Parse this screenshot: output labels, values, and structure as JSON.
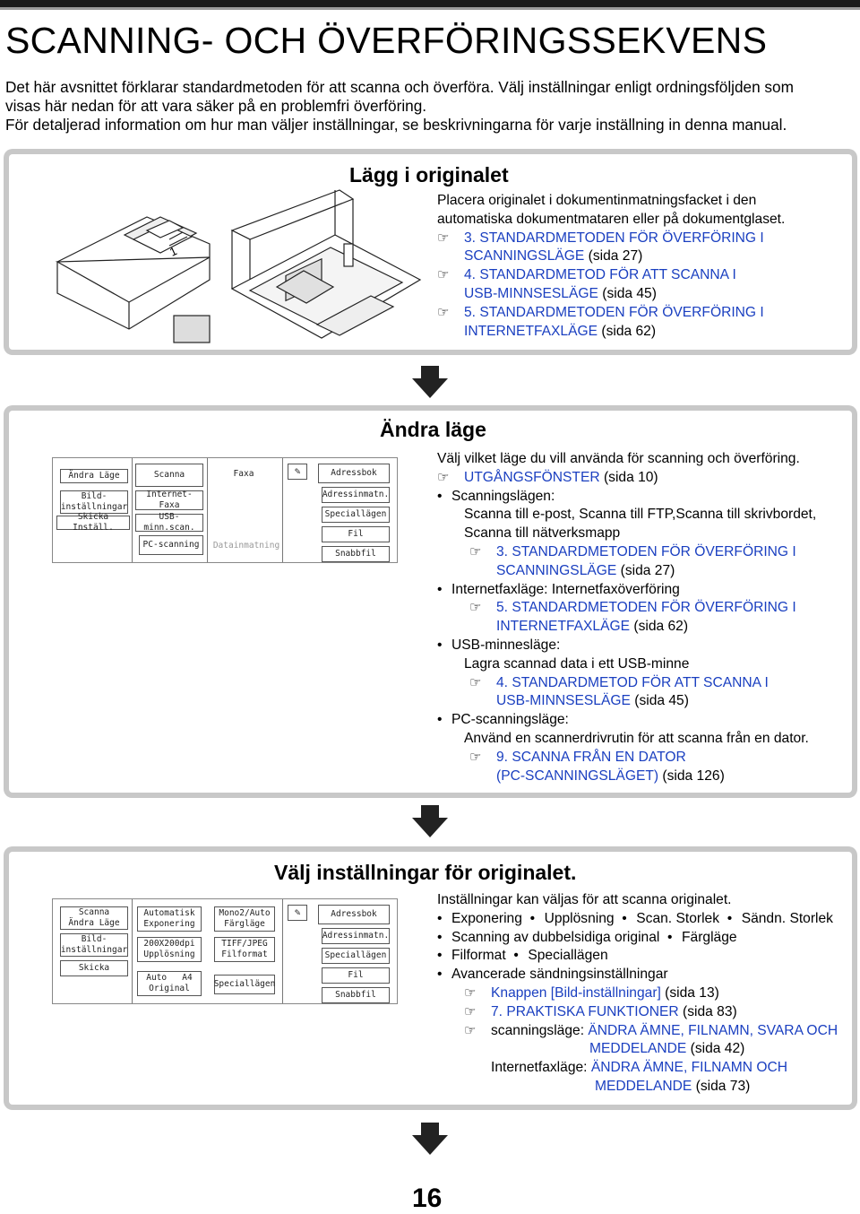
{
  "page": {
    "title": "SCANNING- OCH ÖVERFÖRINGSSEKVENS",
    "intro_lines": [
      "Det här avsnittet förklarar standardmetoden för att scanna och överföra. Välj inställningar enligt ordningsföljden som",
      "visas här nedan för att vara säker på en problemfri överföring.",
      "För detaljerad information om hur man väljer inställningar, se beskrivningarna för varje inställning in denna manual."
    ],
    "page_number": "16"
  },
  "step1": {
    "title": "Lägg i originalet",
    "text_line1": "Placera originalet i dokumentinmatningsfacket i den",
    "text_line2": "automatiska dokumentmataren eller på dokumentglaset.",
    "refs": [
      {
        "line1": "3. STANDARDMETODEN FÖR ÖVERFÖRING I",
        "line2": "SCANNINGSLÄGE",
        "suffix": " (sida 27)"
      },
      {
        "line1": "4. STANDARDMETOD FÖR ATT SCANNA I",
        "line2": "USB-MINNSESLÄGE",
        "suffix": " (sida 45)"
      },
      {
        "line1": "5. STANDARDMETODEN FÖR ÖVERFÖRING I",
        "line2": "INTERNETFAXLÄGE",
        "suffix": " (sida 62)"
      }
    ],
    "illustration_labels": [
      "1"
    ]
  },
  "step2": {
    "title": "Ändra läge",
    "intro": "Välj vilket läge du vill använda för scanning och överföring.",
    "ref0": {
      "link": "UTGÅNGSFÖNSTER",
      "suffix": " (sida 10)"
    },
    "bullet1": "Scanningslägen:",
    "bullet1_text_a": "Scanna till e-post, Scanna till FTP,Scanna till skrivbordet,",
    "bullet1_text_b": "Scanna till nätverksmapp",
    "ref1": {
      "line1": "3. STANDARDMETODEN FÖR ÖVERFÖRING I",
      "line2": "SCANNINGSLÄGE",
      "suffix": " (sida 27)"
    },
    "bullet2": "Internetfaxläge: Internetfaxöverföring",
    "ref2": {
      "line1": "5. STANDARDMETODEN FÖR ÖVERFÖRING I",
      "line2": "INTERNETFAXLÄGE",
      "suffix": " (sida 62)"
    },
    "bullet3": "USB-minnesläge:",
    "bullet3_text": "Lagra scannad data i ett USB-minne",
    "ref3": {
      "line1": "4. STANDARDMETOD FÖR ATT SCANNA I",
      "line2": "USB-MINNSESLÄGE",
      "suffix": " (sida 45)"
    },
    "bullet4": "PC-scanningsläge:",
    "bullet4_text": "Använd en scannerdrivrutin för att scanna från en dator.",
    "ref4": {
      "line1": "9. SCANNA FRÅN EN DATOR",
      "line2": "(PC-SCANNINGSLÄGET)",
      "suffix": " (sida 126)"
    },
    "ui": {
      "left": [
        "Ändra Läge",
        "Bild-",
        "inställningar",
        "Skicka Inställ."
      ],
      "tab_scan": "Scanna",
      "tab_fax": "Faxa",
      "internet_fax": "Internet-Faxa",
      "usb": "USB-minn.scan.",
      "pc": "PC-scanning",
      "data": "Datainmatning",
      "right": [
        "Adressbok",
        "Adressinmatn.",
        "Speciallägen",
        "Fil",
        "Snabbfil"
      ]
    }
  },
  "step3": {
    "title": "Välj inställningar för originalet.",
    "intro": "Inställningar kan väljas för att scanna originalet.",
    "b1": [
      "Exponering",
      "Upplösning",
      "Scan. Storlek",
      "Sändn. Storlek"
    ],
    "b2": [
      "Scanning av dubbelsidiga original",
      "Färgläge"
    ],
    "b3": [
      "Filformat",
      "Speciallägen"
    ],
    "b4": "Avancerade sändningsinställningar",
    "ref1": {
      "link": "Knappen [Bild-inställningar]",
      "suffix": " (sida 13)"
    },
    "ref2": {
      "link": "7. PRAKTISKA FUNKTIONER",
      "suffix": " (sida 83)"
    },
    "ref3": {
      "prefix": "scanningsläge: ",
      "link1": "ÄNDRA ÄMNE, FILNAMN, SVARA OCH",
      "link2": "MEDDELANDE",
      "suffix": " (sida 42)"
    },
    "ref4": {
      "prefix": "Internetfaxläge: ",
      "link1": "ÄNDRA ÄMNE, FILNAMN OCH",
      "link2": "MEDDELANDE",
      "suffix": " (sida 73)"
    },
    "ui": {
      "left": [
        "Scanna",
        "Ändra Läge",
        "Bild-",
        "inställningar",
        "Skicka"
      ],
      "auto": "Automatisk",
      "exponering": "Exponering",
      "mono": "Mono2/Auto",
      "fargl": "Färgläge",
      "dpi": "200X200dpi",
      "uppl": "Upplösning",
      "tiff": "TIFF/JPEG",
      "filf": "Filformat",
      "orig_auto": "Auto",
      "orig_a4": "A4",
      "original": "Original",
      "special": "Speciallägen",
      "right": [
        "Adressbok",
        "Adressinmatn.",
        "Speciallägen",
        "Fil",
        "Snabbfil"
      ]
    }
  }
}
